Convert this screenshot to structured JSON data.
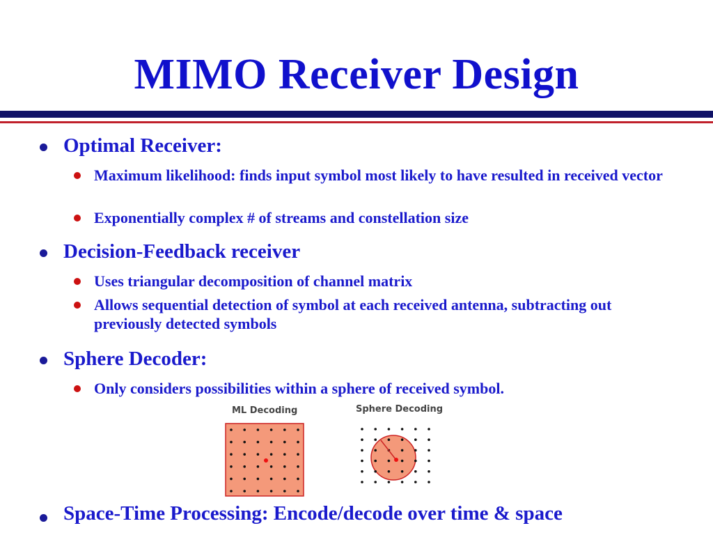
{
  "slide": {
    "title": "MIMO Receiver Design",
    "sections": [
      {
        "label": "Optimal Receiver:",
        "items": [
          "Maximum likelihood: finds input symbol most likely to have resulted in received vector",
          "Exponentially complex # of streams and constellation size"
        ]
      },
      {
        "label": "Decision-Feedback receiver",
        "items": [
          "Uses triangular decomposition of channel matrix",
          "Allows sequential detection of symbol at each received antenna, subtracting out previously detected symbols"
        ]
      },
      {
        "label": "Sphere Decoder:",
        "items": [
          "Only considers possibilities within a sphere of received symbol."
        ]
      },
      {
        "label": "Space-Time Processing: Encode/decode over time & space",
        "items": []
      }
    ],
    "figure": {
      "ml_label": "ML Decoding",
      "sphere_label": "Sphere Decoding",
      "grid_size": 6,
      "colors": {
        "fill": "#f4997a",
        "border": "#cc2222",
        "point": "#111111",
        "received": "#ee1111"
      }
    }
  }
}
